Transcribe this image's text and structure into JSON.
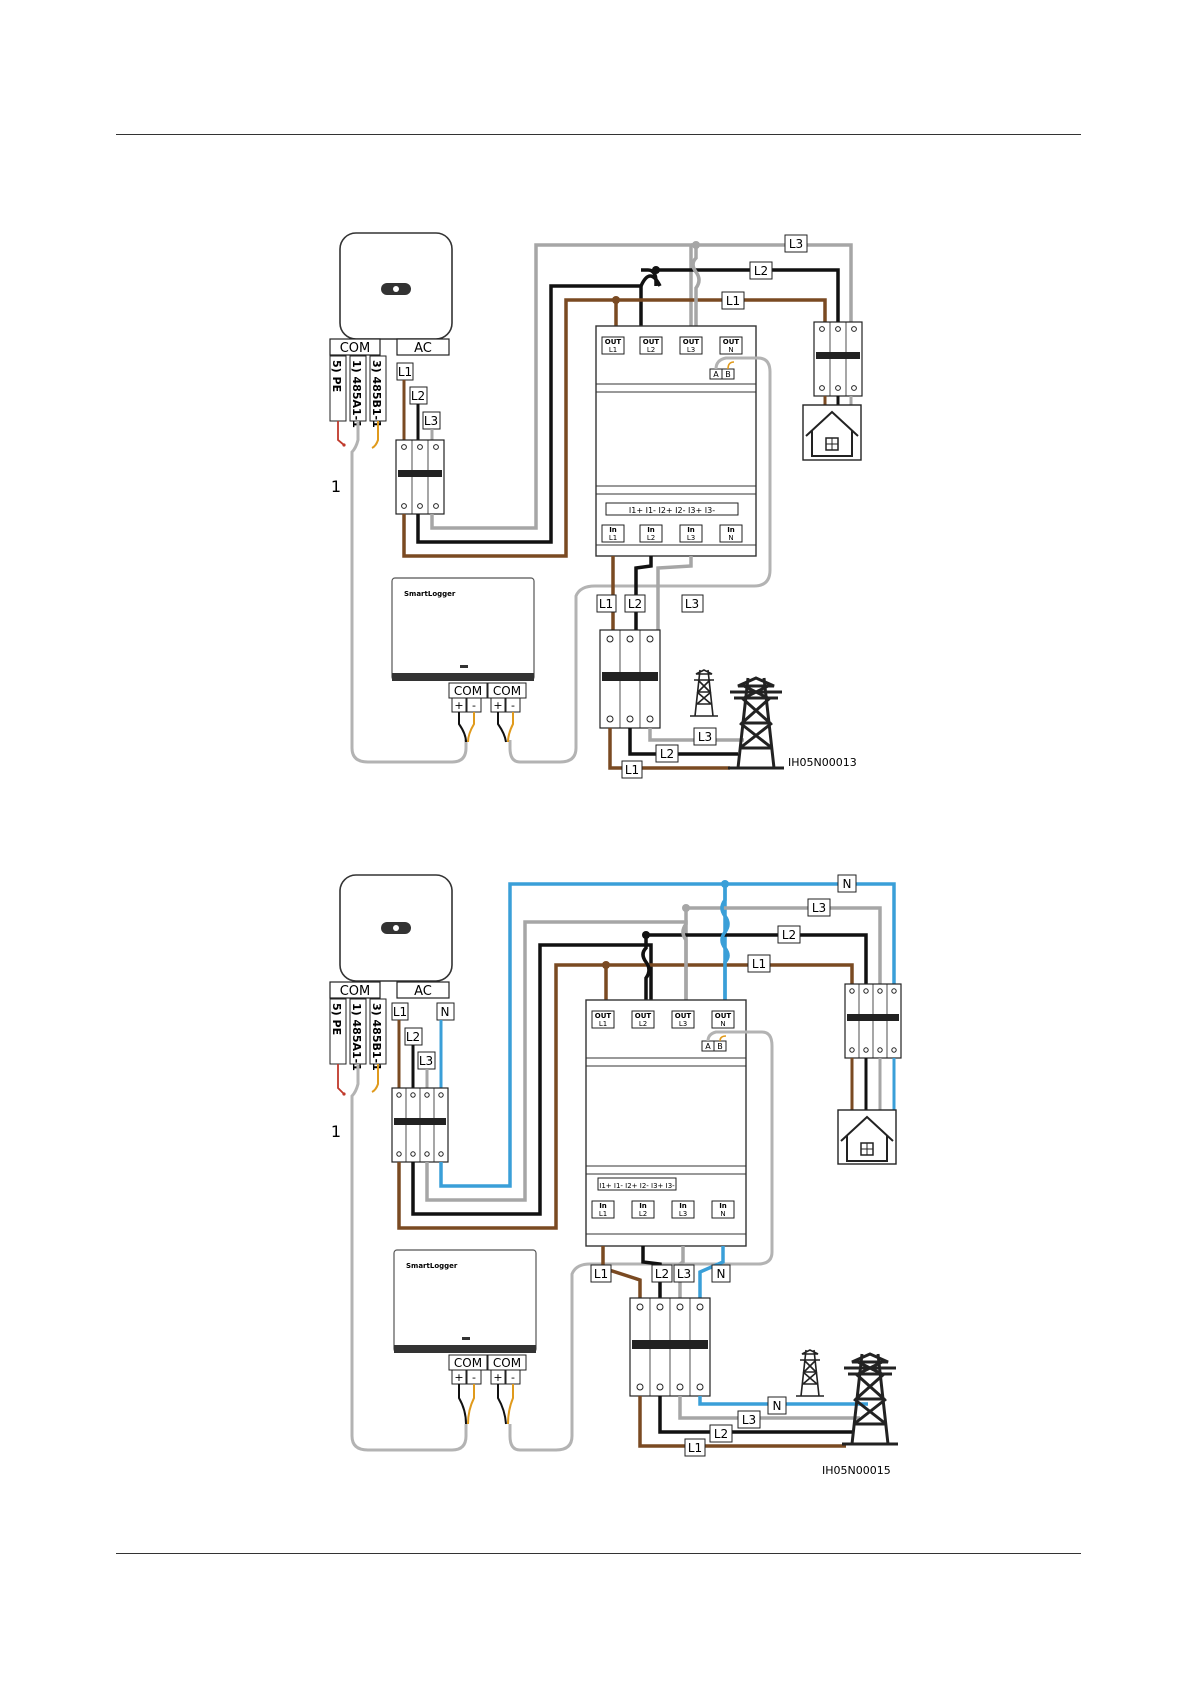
{
  "colors": {
    "brown": "#7a4a22",
    "black": "#111111",
    "gray": "#a6a6a6",
    "blue": "#3a9fd8",
    "orange": "#e09a1c",
    "red": "#c0392b"
  },
  "diagram1": {
    "inverter_ports": {
      "com": "COM",
      "ac": "AC",
      "pe": "5) PE",
      "a": "1) 485A1-1",
      "b": "3) 485B1-1"
    },
    "callout": "1",
    "ac_labels": [
      "L1",
      "L2",
      "L3"
    ],
    "meter": {
      "out": [
        "OUT\nL1",
        "OUT\nL2",
        "OUT\nL3",
        "OUT\nN"
      ],
      "in": [
        "In\nL1",
        "In\nL2",
        "In\nL3",
        "In\nN"
      ],
      "rs485": [
        "A",
        "B"
      ],
      "ct": [
        "I1+",
        "I1-",
        "I2+",
        "I2-",
        "I3+",
        "I3-"
      ]
    },
    "load_labels": [
      "L3",
      "L2",
      "L1"
    ],
    "grid_labels_top": [
      "L1",
      "L2",
      "L3"
    ],
    "grid_labels_bottom": [
      "L3",
      "L2",
      "L1"
    ],
    "logger": {
      "brand": "SmartLogger",
      "com1": "COM",
      "com2": "COM",
      "plus": "+",
      "minus": "-"
    },
    "figure_id": "IH05N00013"
  },
  "diagram2": {
    "inverter_ports": {
      "com": "COM",
      "ac": "AC",
      "pe": "5) PE",
      "a": "1) 485A1-1",
      "b": "3) 485B1-1"
    },
    "callout": "1",
    "ac_labels": [
      "L1",
      "L2",
      "L3",
      "N"
    ],
    "meter": {
      "out": [
        "OUT\nL1",
        "OUT\nL2",
        "OUT\nL3",
        "OUT\nN"
      ],
      "in": [
        "In\nL1",
        "In\nL2",
        "In\nL3",
        "In\nN"
      ],
      "rs485": [
        "A",
        "B"
      ],
      "ct": [
        "I1+",
        "I1-",
        "I2+",
        "I2-",
        "I3+",
        "I3-"
      ]
    },
    "load_labels": [
      "N",
      "L3",
      "L2",
      "L1"
    ],
    "grid_labels_top": [
      "L1",
      "L2",
      "L3",
      "N"
    ],
    "grid_labels_bottom": [
      "N",
      "L3",
      "L2",
      "L1"
    ],
    "logger": {
      "brand": "SmartLogger",
      "com1": "COM",
      "com2": "COM",
      "plus": "+",
      "minus": "-"
    },
    "figure_id": "IH05N00015"
  }
}
